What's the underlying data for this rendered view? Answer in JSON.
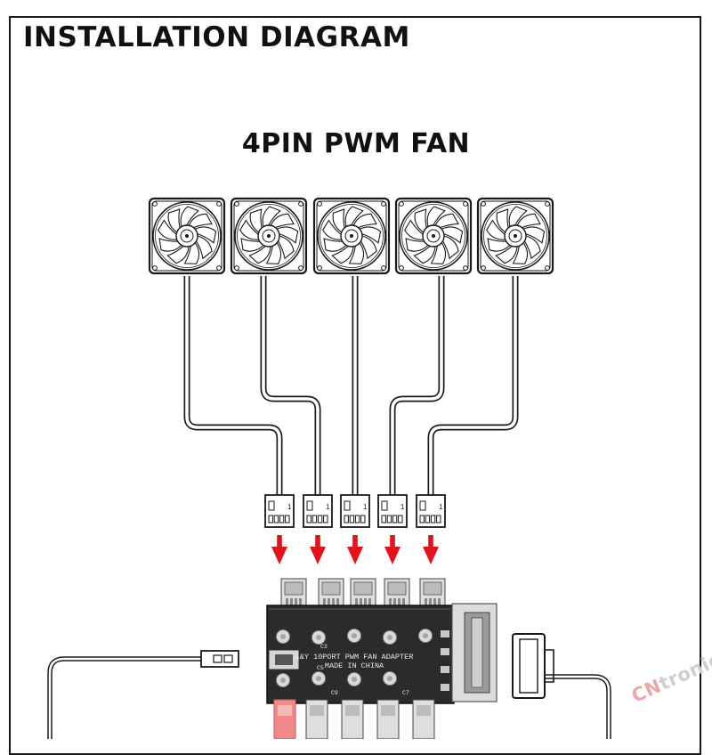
{
  "title": "INSTALLATION DIAGRAM",
  "subtitle": "4PIN PWM FAN",
  "fan_count": 5,
  "connector_pin_label": "1",
  "hub": {
    "label_line1": "L&Y 10PORT PWM FAN ADAPTER",
    "label_line2": "MADE IN CHINA",
    "port_labels": [
      "C3",
      "C5",
      "C9",
      "C7"
    ]
  },
  "watermark": {
    "prefix": "CN",
    "suffix": "tronic"
  },
  "colors": {
    "line": "#1a1a1a",
    "arrow": "#e3121b",
    "hub_board": "#2b2b2b",
    "connector_red": "#f08a8a"
  }
}
